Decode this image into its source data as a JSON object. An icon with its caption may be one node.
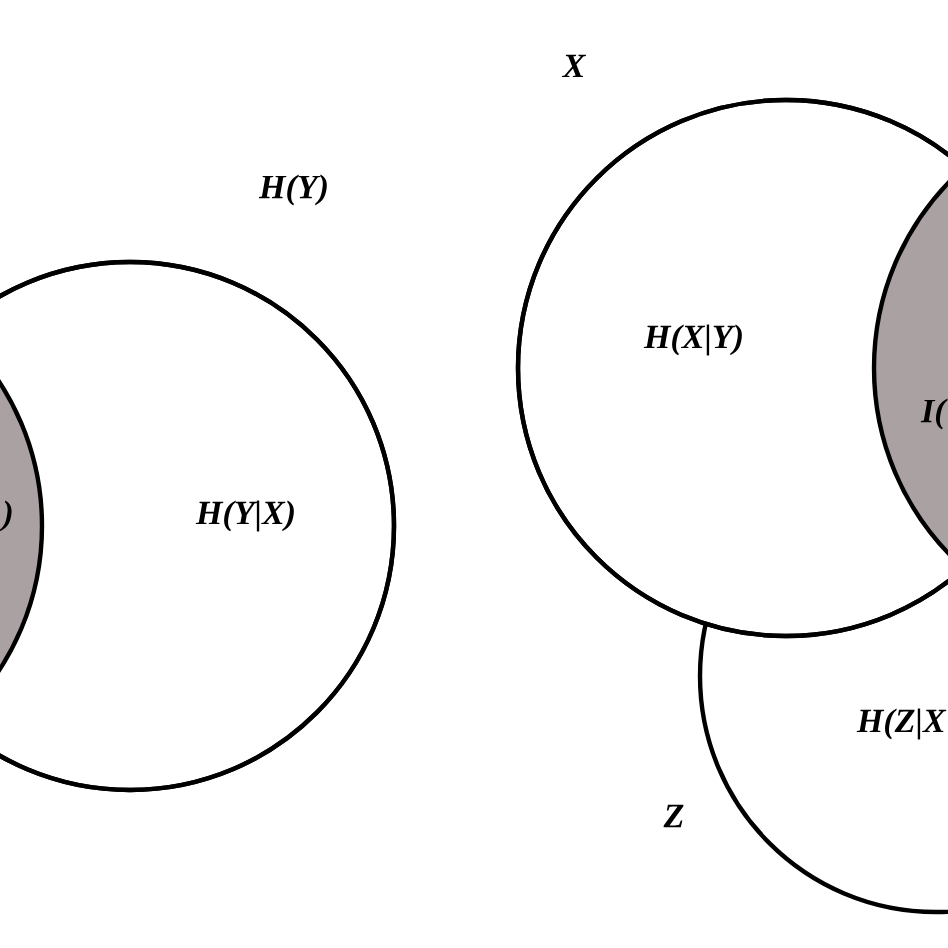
{
  "diagram": {
    "nodes": [
      {
        "text": [
          "H(Y)",
          "H(Y|X)"
        ]
      },
      {
        "text": [
          ")"
        ]
      },
      {
        "text": [
          "X",
          "H(X|Y)"
        ]
      },
      {
        "text": [
          "I("
        ]
      },
      {
        "text": [
          "Z",
          "H(Z|X"
        ]
      }
    ]
  }
}
